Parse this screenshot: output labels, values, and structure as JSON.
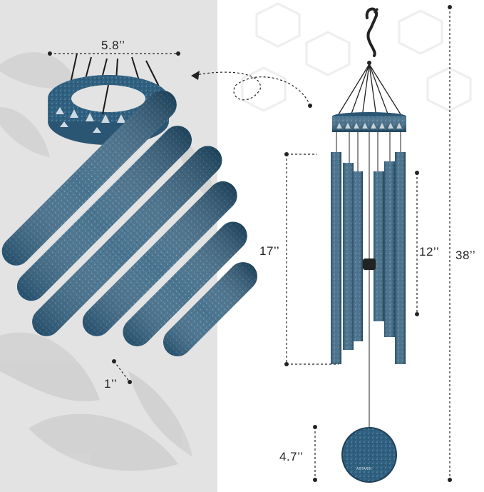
{
  "dimensions": {
    "ring_diameter": "5.8’’",
    "tube_diameter": "1’’",
    "longest_tube": "17’’",
    "shortest_tube": "12’’",
    "total_length": "38’’",
    "sail_diameter": "4.7’’"
  },
  "colors": {
    "tube_blue": "#2f5f7f",
    "tube_highlight": "#4a7fa0",
    "left_panel_bg": "#e3e3e3",
    "dimension_line": "#222222"
  },
  "sail_logo": "ASTARIN"
}
